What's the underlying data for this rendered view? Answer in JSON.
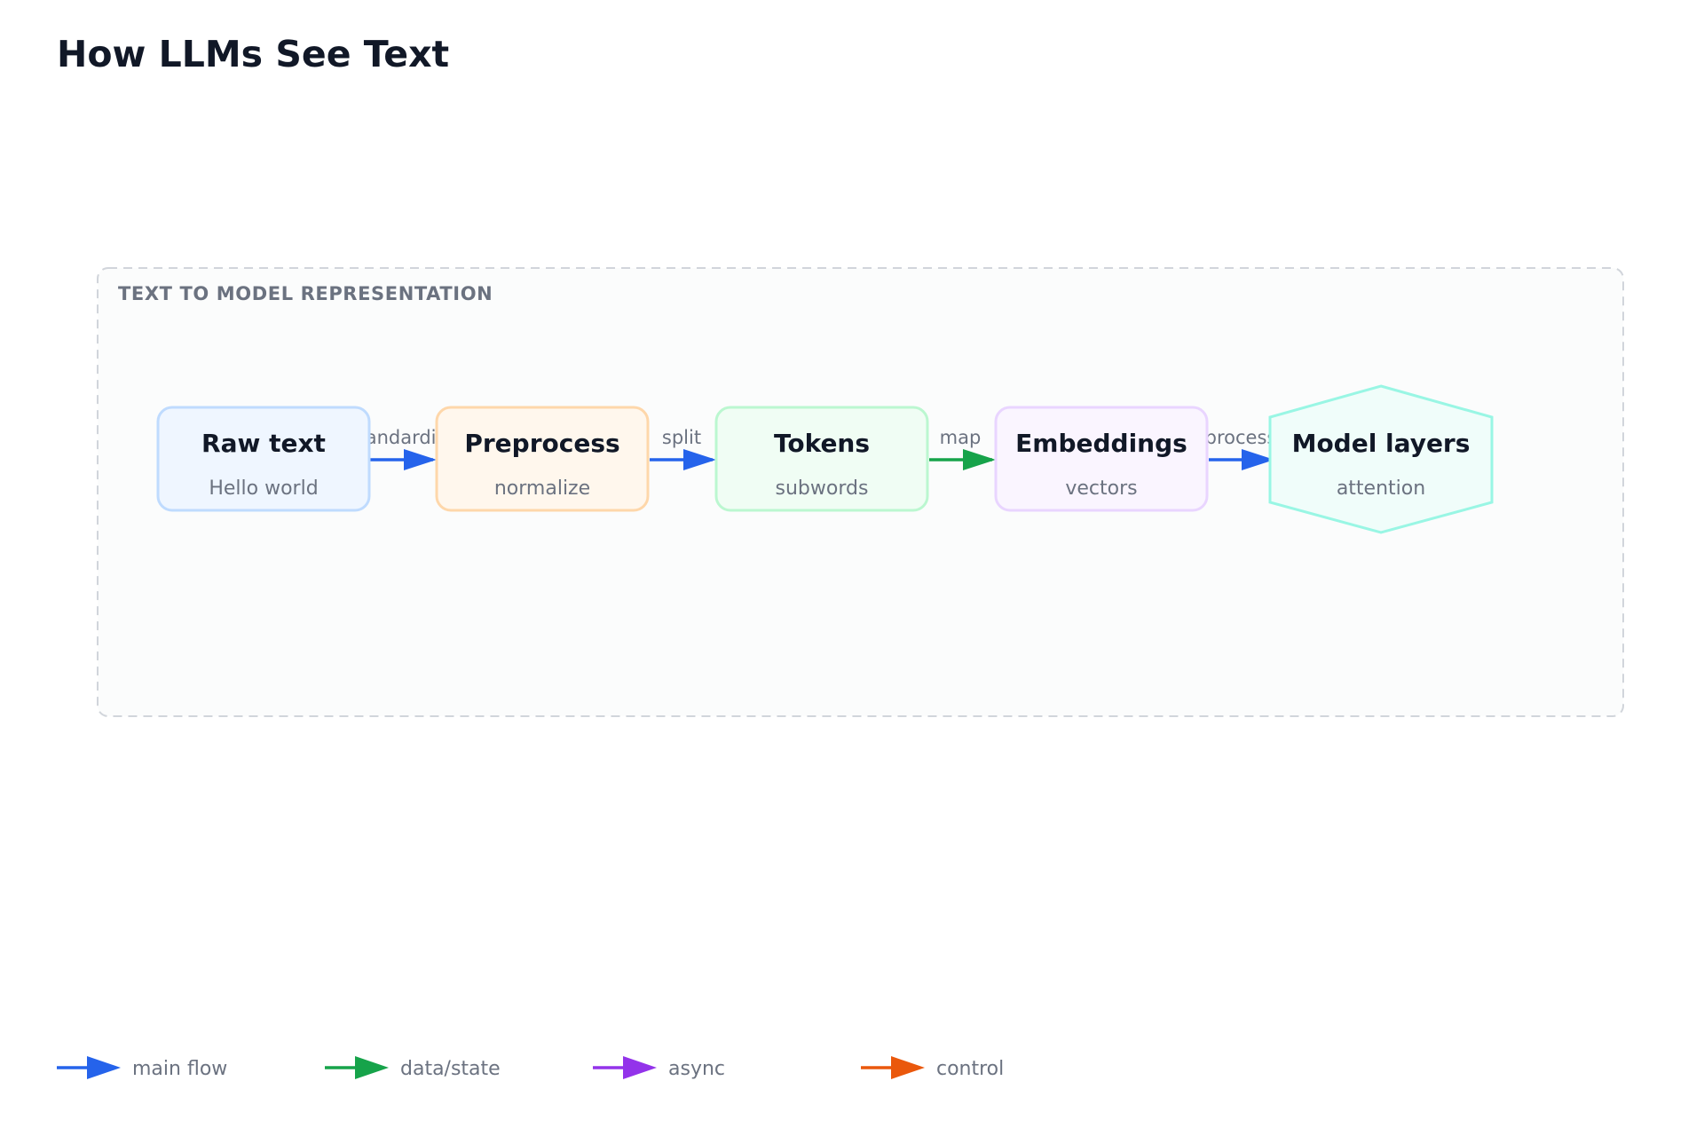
{
  "title": "How LLMs See Text",
  "group": {
    "label": "TEXT TO MODEL REPRESENTATION"
  },
  "nodes": [
    {
      "id": "raw-text",
      "title": "Raw text",
      "subtitle": "Hello world",
      "shape": "rounded-rect",
      "fill": "#eff6ff",
      "stroke": "#bfdbfe"
    },
    {
      "id": "preprocess",
      "title": "Preprocess",
      "subtitle": "normalize",
      "shape": "rounded-rect",
      "fill": "#fff7ed",
      "stroke": "#fed7aa"
    },
    {
      "id": "tokens",
      "title": "Tokens",
      "subtitle": "subwords",
      "shape": "rounded-rect",
      "fill": "#f0fdf4",
      "stroke": "#bbf7d0"
    },
    {
      "id": "embeddings",
      "title": "Embeddings",
      "subtitle": "vectors",
      "shape": "rounded-rect",
      "fill": "#faf5ff",
      "stroke": "#e9d5ff"
    },
    {
      "id": "model-layers",
      "title": "Model layers",
      "subtitle": "attention",
      "shape": "hexagon",
      "fill": "#f0fdfa",
      "stroke": "#99f6e4"
    }
  ],
  "edges": [
    {
      "from": "raw-text",
      "to": "preprocess",
      "label": "standardize",
      "kind": "main flow"
    },
    {
      "from": "preprocess",
      "to": "tokens",
      "label": "split",
      "kind": "main flow"
    },
    {
      "from": "tokens",
      "to": "embeddings",
      "label": "map",
      "kind": "data/state"
    },
    {
      "from": "embeddings",
      "to": "model-layers",
      "label": "process",
      "kind": "main flow"
    }
  ],
  "legend": [
    {
      "label": "main flow",
      "color": "#2563eb"
    },
    {
      "label": "data/state",
      "color": "#16a34a"
    },
    {
      "label": "async",
      "color": "#9333ea"
    },
    {
      "label": "control",
      "color": "#ea580c"
    }
  ]
}
